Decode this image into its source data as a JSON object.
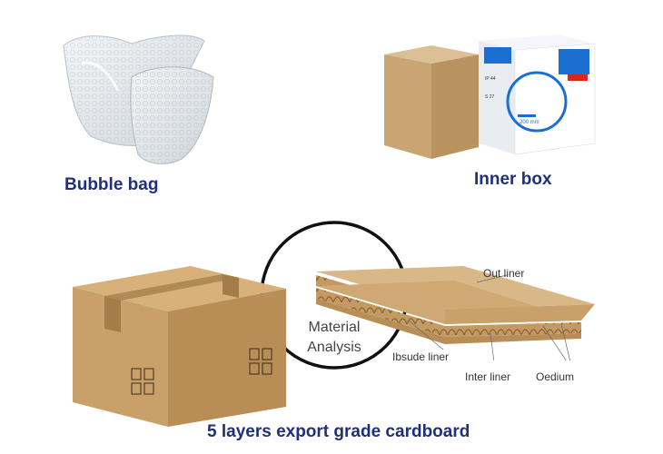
{
  "captions": {
    "bubble_bag": "Bubble bag",
    "inner_box": "Inner box",
    "cardboard": "5 layers export grade cardboard"
  },
  "analysis": {
    "line1": "Material",
    "line2": "Analysis"
  },
  "layer_labels": {
    "out_liner": "Out liner",
    "ibsude_liner": "Ibsude liner",
    "inter_liner": "Inter liner",
    "oedium": "Oedium"
  },
  "inner_box_print": {
    "code": "IP 44",
    "size": "200 mm",
    "batch": "S 27"
  },
  "colors": {
    "caption": "#1f2f7a",
    "cardboard": "#c9a06a",
    "tape": "#b08a55",
    "brand_blue": "#1a6fd1",
    "brand_red": "#d8281e"
  }
}
